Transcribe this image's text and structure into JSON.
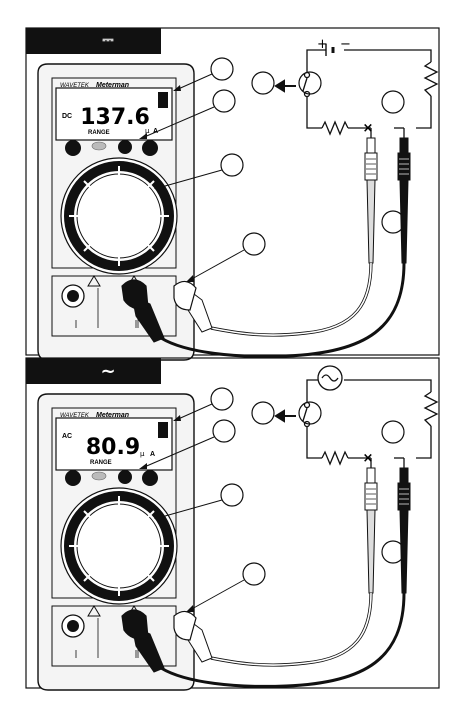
{
  "panels": [
    {
      "mode_symbol": "⎓",
      "brand_left": "WAVETEK",
      "brand_right": "Meterman",
      "mode": "DC",
      "reading": "137.6",
      "unit_prefix": "μ",
      "unit": "A",
      "range_label": "RANGE"
    },
    {
      "mode_symbol": "∼",
      "brand_left": "WAVETEK",
      "brand_right": "Meterman",
      "mode": "AC",
      "reading": "80.9",
      "unit_prefix": "μ",
      "unit": "A",
      "range_label": "RANGE"
    }
  ],
  "circuit": {
    "battery_plus": "+",
    "battery_minus": "−",
    "break_mark": "×"
  }
}
